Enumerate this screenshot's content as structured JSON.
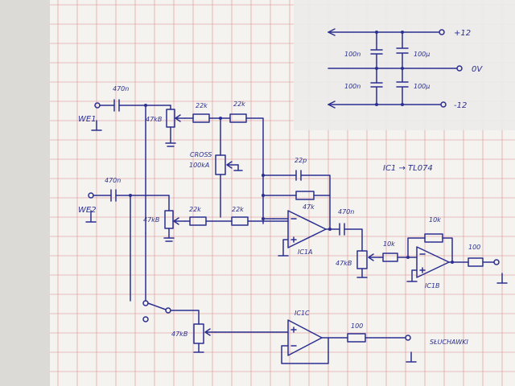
{
  "colors": {
    "ink": "#2b2f8f",
    "paper": "#f4f3f0",
    "grid": "#d98a8a",
    "overlay": "#ececea"
  },
  "labels": {
    "c_in1": "470n",
    "we1": "WE1",
    "pot1": "47kB",
    "r_top1": "22k",
    "r_top2": "22k",
    "cross": "CROSS",
    "cross_pot": "100kA",
    "c_fb": "22p",
    "r_fb": "47k",
    "ic_note": "IC1 → TL074",
    "c_in2": "470n",
    "we2": "WE2",
    "pot2": "47kB",
    "r_bot1": "22k",
    "r_bot2": "22k",
    "c_out": "470n",
    "ic1a": "IC1A",
    "pot3": "47kB",
    "r_10k_in": "10k",
    "r_10k_fb": "10k",
    "ic1b": "IC1B",
    "r_out1": "100",
    "ic1c": "IC1C",
    "pot4": "47kB",
    "r_out2": "100",
    "headphones": "SŁUCHAWKI",
    "ps_100n_1": "100n",
    "ps_100u_1": "100µ",
    "ps_100n_2": "100n",
    "ps_100u_2": "100µ",
    "ps_plus12": "+12",
    "ps_0v": "0V",
    "ps_minus12": "-12"
  }
}
